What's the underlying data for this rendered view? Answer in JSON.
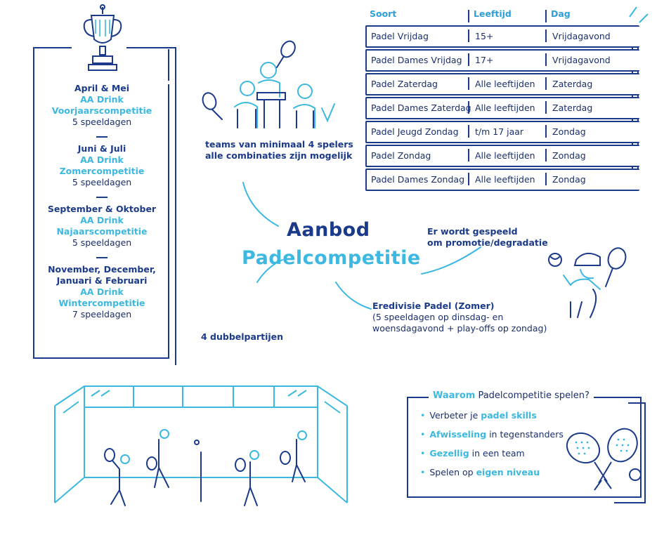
{
  "seasons": [
    {
      "months": "April & Mei",
      "sponsor": "AA Drink",
      "competition": "Voorjaarscompetitie",
      "days": "5 speeldagen"
    },
    {
      "months": "Juni & Juli",
      "sponsor": "AA Drink",
      "competition": "Zomercompetitie",
      "days": "5 speeldagen"
    },
    {
      "months": "September & Oktober",
      "sponsor": "AA Drink",
      "competition": "Najaarscompetitie",
      "days": "5 speeldagen"
    },
    {
      "months_line1": "November, December,",
      "months_line2": "Januari & Februari",
      "sponsor": "AA Drink",
      "competition": "Wintercompetitie",
      "days": "7 speeldagen"
    }
  ],
  "table": {
    "headers": [
      "Soort",
      "Leeftijd",
      "Dag"
    ],
    "rows": [
      [
        "Padel Vrijdag",
        "15+",
        "Vrijdagavond"
      ],
      [
        "Padel Dames Vrijdag",
        "17+",
        "Vrijdagavond"
      ],
      [
        "Padel Zaterdag",
        "Alle leeftijden",
        "Zaterdag"
      ],
      [
        "Padel Dames Zaterdag",
        "Alle leeftijden",
        "Zaterdag"
      ],
      [
        "Padel Jeugd Zondag",
        "t/m 17 jaar",
        "Zondag"
      ],
      [
        "Padel Zondag",
        "Alle leeftijden",
        "Zondag"
      ],
      [
        "Padel Dames Zondag",
        "Alle leeftijden",
        "Zondag"
      ]
    ]
  },
  "center": {
    "title_line1": "Aanbod",
    "title_line2": "Padelcompetitie",
    "teams_line1": "teams van minimaal 4 spelers",
    "teams_line2": "alle combinaties zijn mogelijk",
    "promo_line1": "Er wordt gespeeld",
    "promo_line2": "om promotie/degradatie",
    "dubbel": "4 dubbelpartijen",
    "eredivisie_title": "Eredivisie Padel (Zomer)",
    "eredivisie_line1": "(5 speeldagen op dinsdag- en",
    "eredivisie_line2": "woensdagavond + play-offs op zondag)"
  },
  "waarom": {
    "title_bold": "Waarom",
    "title_rest": " Padelcompetitie spelen?",
    "items": [
      {
        "pre": "Verbeter je ",
        "bold": "padel skills",
        "post": ""
      },
      {
        "pre": "",
        "bold": "Afwisseling",
        "post": " in tegenstanders"
      },
      {
        "pre": "",
        "bold": "Gezellig",
        "post": " in een team"
      },
      {
        "pre": "Spelen op ",
        "bold": "eigen niveau",
        "post": ""
      }
    ]
  },
  "colors": {
    "navy": "#1b3a8a",
    "cyan": "#3db8e0"
  },
  "icons": [
    "trophy-icon",
    "players-icon",
    "padel-player-icon",
    "padel-court-icon",
    "padel-rackets-icon"
  ]
}
